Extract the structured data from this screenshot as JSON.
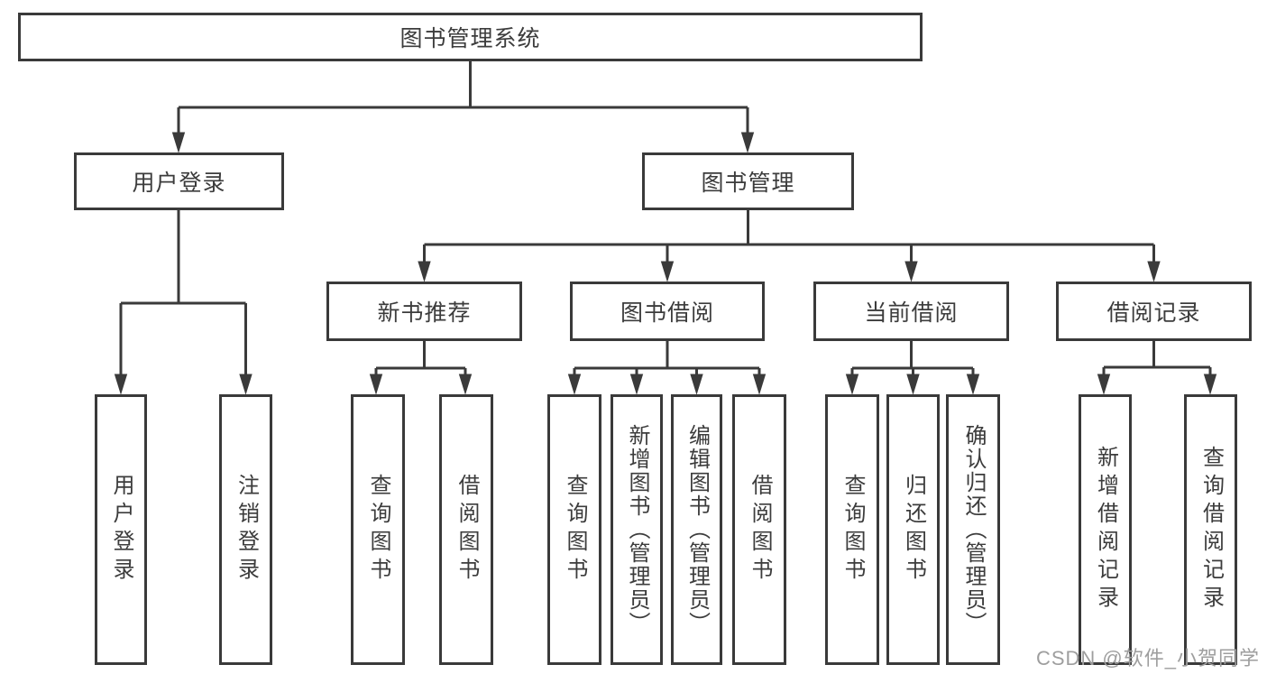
{
  "watermark": "CSDN @软件_小贺同学",
  "colors": {
    "line": "#3a3a3a",
    "text": "#3c3c3c",
    "watermark": "#9e9e9e",
    "background": "#ffffff"
  },
  "tree": {
    "root": {
      "label": "图书管理系统",
      "children": [
        {
          "label": "用户登录",
          "children": [
            {
              "label": "用户登录"
            },
            {
              "label": "注销登录"
            }
          ]
        },
        {
          "label": "图书管理",
          "children": [
            {
              "label": "新书推荐",
              "children": [
                {
                  "label": "查询图书"
                },
                {
                  "label": "借阅图书"
                }
              ]
            },
            {
              "label": "图书借阅",
              "children": [
                {
                  "label": "查询图书"
                },
                {
                  "label": "新增图书（管理员）"
                },
                {
                  "label": "编辑图书（管理员）"
                },
                {
                  "label": "借阅图书"
                }
              ]
            },
            {
              "label": "当前借阅",
              "children": [
                {
                  "label": "查询图书"
                },
                {
                  "label": "归还图书"
                },
                {
                  "label": "确认归还（管理员）"
                }
              ]
            },
            {
              "label": "借阅记录",
              "children": [
                {
                  "label": "新增借阅记录"
                },
                {
                  "label": "查询借阅记录"
                }
              ]
            }
          ]
        }
      ]
    }
  }
}
